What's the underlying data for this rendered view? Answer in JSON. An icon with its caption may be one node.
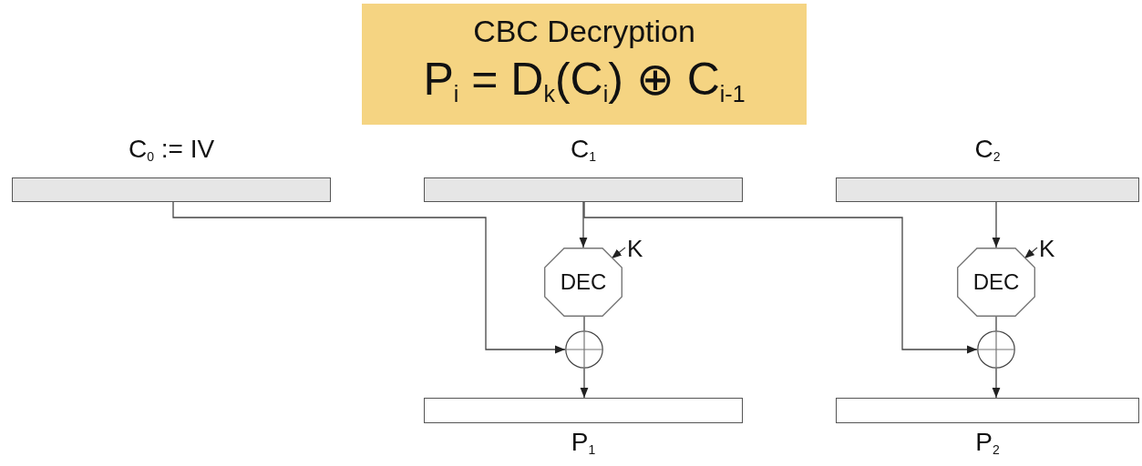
{
  "diagram": {
    "nodes": [
      {
        "text": [
          "CBC Decryption",
          "P$_{i}$ = D$_{k}$(C$_{i}$) ⊕ C$_{i-1}$"
        ]
      },
      {
        "text": [
          "C$_{0}$ := IV"
        ]
      },
      {
        "text": [
          "C$_{1}$"
        ]
      },
      {
        "text": [
          "C$_{2}$"
        ]
      },
      {
        "text": [
          "K"
        ]
      },
      {
        "text": [
          "DEC"
        ]
      },
      {
        "text": [
          "K"
        ]
      },
      {
        "text": [
          "DEC"
        ]
      },
      {
        "text": [],
        "shape": "circle"
      },
      {
        "text": [],
        "shape": "circle"
      },
      {
        "text": [
          "P$_{1}$"
        ]
      },
      {
        "text": [
          "P$_{2}$"
        ]
      }
    ],
    "edges": [
      {
        "from": 2,
        "to": 5,
        "arrow": "to"
      },
      {
        "from": 4,
        "to": 5,
        "arrow": "to"
      },
      {
        "from": 1,
        "to": 8,
        "arrow": "to"
      },
      {
        "from": 5,
        "to": 8,
        "arrow": "none"
      },
      {
        "from": 8,
        "to": 10,
        "arrow": "to"
      },
      {
        "from": 3,
        "to": 7,
        "arrow": "to"
      },
      {
        "from": 6,
        "to": 7,
        "arrow": "to"
      },
      {
        "from": 2,
        "to": 9,
        "arrow": "to"
      },
      {
        "from": 7,
        "to": 9,
        "arrow": "none"
      },
      {
        "from": 9,
        "to": 11,
        "arrow": "to"
      }
    ]
  }
}
